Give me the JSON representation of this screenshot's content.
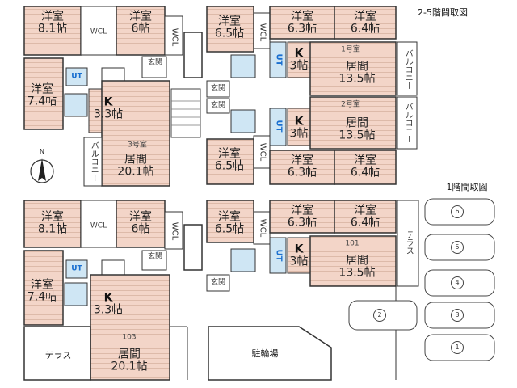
{
  "headings": {
    "upper_plan": "2-5階間取図",
    "ground_plan": "1階間取図"
  },
  "labels": {
    "western_room": "洋室",
    "living": "居間",
    "kitchen": "K",
    "utility": "UT",
    "wic": "WCL",
    "entrance": "玄関",
    "balcony": "バルコニー",
    "terrace": "テラス",
    "bicycle_parking": "駐輪場"
  },
  "units": {
    "unit_1": "1号室",
    "unit_2": "2号室",
    "unit_3": "3号室",
    "unit_101": "101",
    "unit_103": "103"
  },
  "sizes": {
    "s81": "8.1帖",
    "s6": "6帖",
    "s65": "6.5帖",
    "s63": "6.3帖",
    "s64": "6.4帖",
    "s74": "7.4帖",
    "s33k": "3.3帖",
    "s3": "3帖",
    "s135": "13.5帖",
    "s201": "20.1帖"
  },
  "parking_numbers": [
    "1",
    "2",
    "3",
    "4",
    "5",
    "6"
  ],
  "compass": {
    "north": "N"
  },
  "colors": {
    "floor": "#f2d2c4",
    "floor_line": "#d9b2a0",
    "wet_area": "#cfe6f4",
    "wall": "#333333"
  }
}
